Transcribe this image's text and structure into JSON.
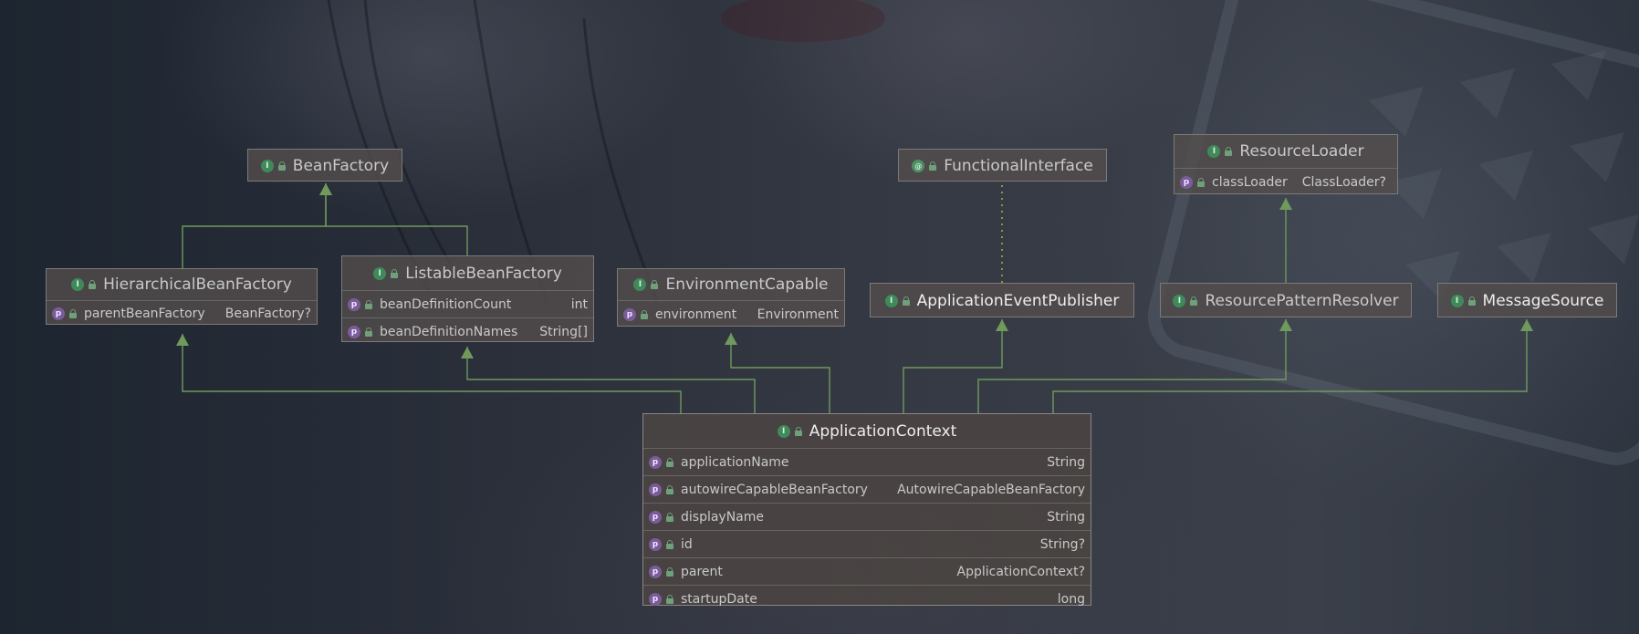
{
  "diagram": {
    "nodes": [
      {
        "id": "BeanFactory",
        "name": "BeanFactory",
        "icon": "interface-icon",
        "props": []
      },
      {
        "id": "HierarchicalBeanFactory",
        "name": "HierarchicalBeanFactory",
        "icon": "interface-icon",
        "props": [
          {
            "name": "parentBeanFactory",
            "type": "BeanFactory?"
          }
        ]
      },
      {
        "id": "ListableBeanFactory",
        "name": "ListableBeanFactory",
        "icon": "interface-icon",
        "props": [
          {
            "name": "beanDefinitionCount",
            "type": "int"
          },
          {
            "name": "beanDefinitionNames",
            "type": "String[]"
          }
        ]
      },
      {
        "id": "EnvironmentCapable",
        "name": "EnvironmentCapable",
        "icon": "interface-icon",
        "props": [
          {
            "name": "environment",
            "type": "Environment"
          }
        ]
      },
      {
        "id": "FunctionalInterface",
        "name": "FunctionalInterface",
        "icon": "annotation-icon",
        "props": []
      },
      {
        "id": "ApplicationEventPublisher",
        "name": "ApplicationEventPublisher",
        "icon": "interface-icon",
        "props": []
      },
      {
        "id": "ResourceLoader",
        "name": "ResourceLoader",
        "icon": "interface-icon",
        "props": [
          {
            "name": "classLoader",
            "type": "ClassLoader?"
          }
        ]
      },
      {
        "id": "ResourcePatternResolver",
        "name": "ResourcePatternResolver",
        "icon": "interface-icon",
        "props": []
      },
      {
        "id": "MessageSource",
        "name": "MessageSource",
        "icon": "interface-icon",
        "props": []
      },
      {
        "id": "ApplicationContext",
        "name": "ApplicationContext",
        "icon": "interface-icon",
        "props": [
          {
            "name": "applicationName",
            "type": "String"
          },
          {
            "name": "autowireCapableBeanFactory",
            "type": "AutowireCapableBeanFactory"
          },
          {
            "name": "displayName",
            "type": "String"
          },
          {
            "name": "id",
            "type": "String?"
          },
          {
            "name": "parent",
            "type": "ApplicationContext?"
          },
          {
            "name": "startupDate",
            "type": "long"
          }
        ]
      }
    ],
    "edges": [
      {
        "from": "HierarchicalBeanFactory",
        "to": "BeanFactory",
        "kind": "extends"
      },
      {
        "from": "ListableBeanFactory",
        "to": "BeanFactory",
        "kind": "extends"
      },
      {
        "from": "ResourcePatternResolver",
        "to": "ResourceLoader",
        "kind": "extends"
      },
      {
        "from": "ApplicationEventPublisher",
        "to": "FunctionalInterface",
        "kind": "annotated-by"
      },
      {
        "from": "ApplicationContext",
        "to": "HierarchicalBeanFactory",
        "kind": "extends"
      },
      {
        "from": "ApplicationContext",
        "to": "ListableBeanFactory",
        "kind": "extends"
      },
      {
        "from": "ApplicationContext",
        "to": "EnvironmentCapable",
        "kind": "extends"
      },
      {
        "from": "ApplicationContext",
        "to": "ApplicationEventPublisher",
        "kind": "extends"
      },
      {
        "from": "ApplicationContext",
        "to": "ResourcePatternResolver",
        "kind": "extends"
      },
      {
        "from": "ApplicationContext",
        "to": "MessageSource",
        "kind": "extends"
      }
    ],
    "colors": {
      "edge": "#6f9a5c",
      "annotation_edge": "#b9b93c",
      "node_border": "#7c7a78",
      "property_icon": "#7a5c9a",
      "interface_icon": "#3f8a5a"
    }
  }
}
